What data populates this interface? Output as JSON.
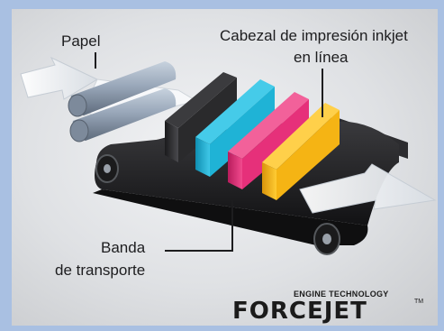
{
  "labels": {
    "paper": "Papel",
    "print_head_line1": "Cabezal de impresión inkjet",
    "print_head_line2": "en línea",
    "belt_line1": "Banda",
    "belt_line2": "de transporte"
  },
  "logo": {
    "tagline": "ENGINE TECHNOLOGY",
    "name": "FORCEJET",
    "trademark": "TM"
  },
  "colors": {
    "background_frame": "#a9c0e2",
    "head_black": "#2a2a2c",
    "head_cyan": "#1fb3d6",
    "head_magenta": "#e6307a",
    "head_yellow": "#f5b414",
    "belt": "#1e1e20",
    "roller": "#8c9cb0"
  },
  "print_heads": [
    "black",
    "cyan",
    "magenta",
    "yellow"
  ]
}
